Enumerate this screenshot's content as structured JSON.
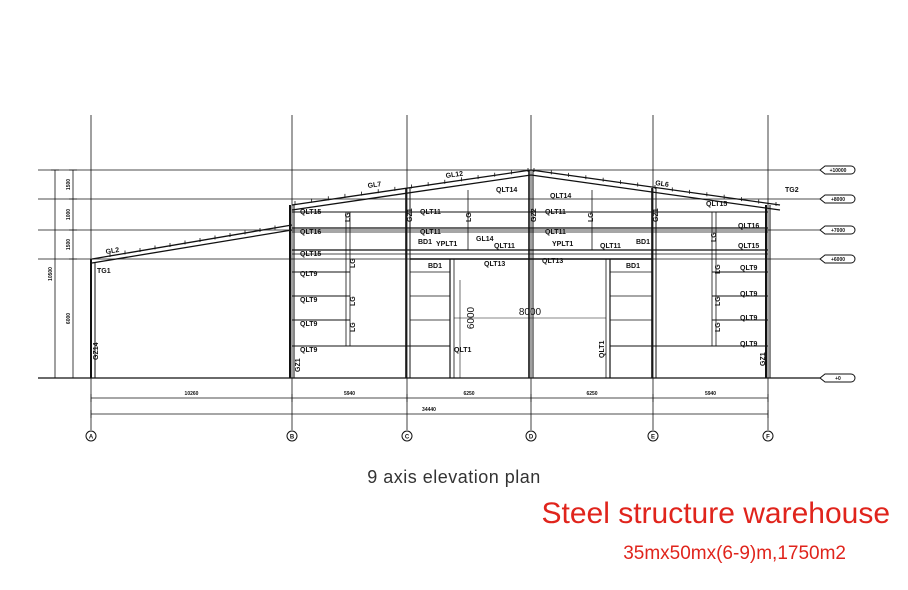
{
  "drawing": {
    "elevation_marks": [
      "+10000",
      "+8000",
      "+7000",
      "+6000",
      "+0"
    ],
    "left_dims": [
      "1500",
      "1000",
      "1500",
      "6000"
    ],
    "overall_height": "10500",
    "bay_dims": [
      "10260",
      "5940",
      "6250",
      "6250",
      "5940"
    ],
    "overall_width": "34440",
    "axes": [
      "A",
      "B",
      "C",
      "D",
      "E",
      "F"
    ],
    "opening_height": "6000",
    "opening_width": "8000",
    "labels": {
      "GL7": "GL7",
      "GL12": "GL12",
      "GL6": "GL6",
      "GL2": "GL2",
      "TG1": "TG1",
      "TG2": "TG2",
      "QLT14": "QLT14",
      "QLT15": "QLT15",
      "QLT16": "QLT16",
      "QLT11": "QLT11",
      "QLT13": "QLT13",
      "QLT9": "QLT9",
      "QLT1": "QLT1",
      "BD1": "BD1",
      "YPLT1": "YPLT1",
      "GL14": "GL14",
      "GZ1": "GZ1",
      "GZ2": "GZ2",
      "GZ14": "GZ14",
      "LG": "LG"
    }
  },
  "caption": "9 axis elevation plan",
  "title": "Steel structure warehouse",
  "spec": "35mx50mx(6-9)m,1750m2"
}
